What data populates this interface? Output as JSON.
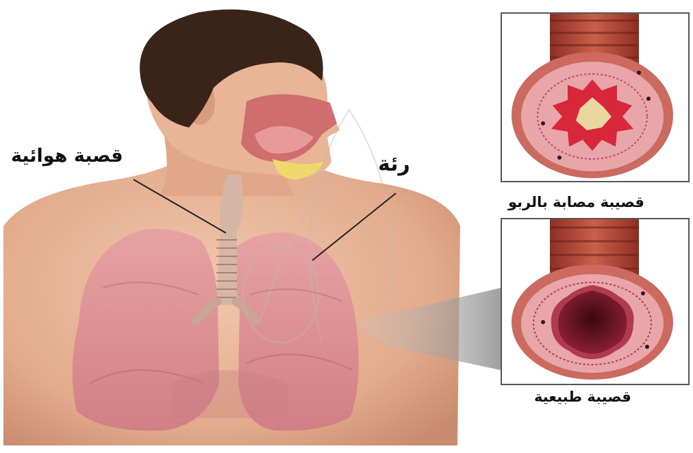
{
  "labels": {
    "trachea": "قصبة هوائية",
    "lung": "رئة",
    "asthmatic_bronchiole": "قصيبة مصابة بالربو",
    "normal_bronchiole": "قصيبة طبيعية"
  },
  "colors": {
    "skin": "#e8b89a",
    "lung": "#d98a8e",
    "bronchus_wall": "#c85a4a",
    "inflamed_lining": "#d8263a",
    "normal_lumen": "#7a1a2a",
    "mucus": "#e8d8a0",
    "hair": "#3a2418"
  }
}
